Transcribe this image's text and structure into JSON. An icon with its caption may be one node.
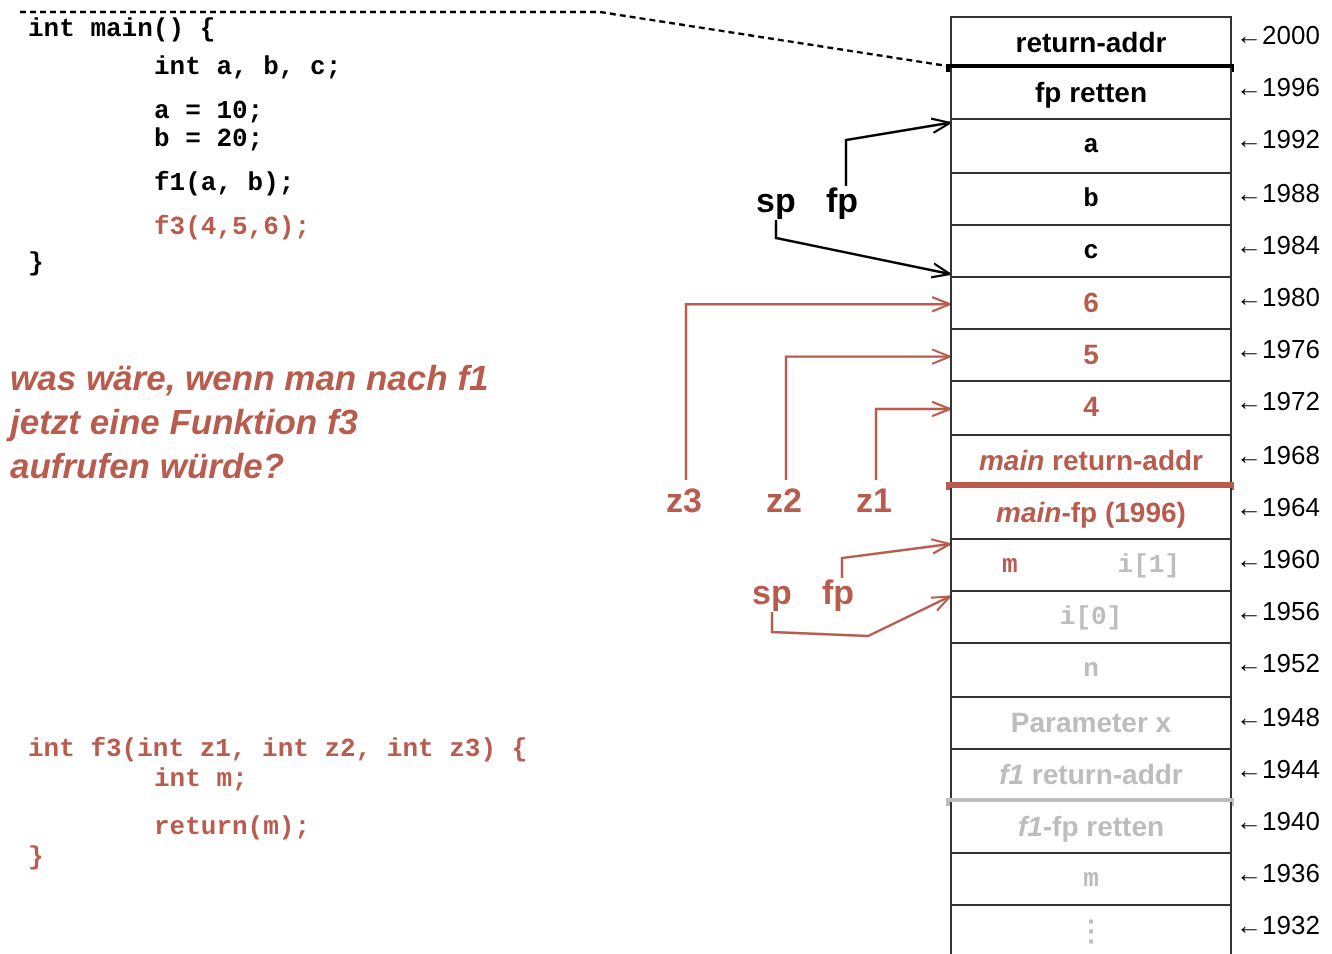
{
  "diagram": {
    "nodes": [
      {
        "text": [
          "int main() {",
          "int a, b, c;",
          "a = 10;",
          "b = 20;",
          "f1(a, b);",
          "f3(4,5,6);",
          "}"
        ]
      },
      {
        "text": [
          "return-addr"
        ]
      },
      {
        "text": [
          "fp retten"
        ]
      },
      {
        "text": [
          "a"
        ]
      },
      {
        "text": [
          "b"
        ]
      },
      {
        "text": [
          "c"
        ]
      },
      {
        "text": [
          "6"
        ]
      },
      {
        "text": [
          "5"
        ]
      },
      {
        "text": [
          "4"
        ]
      },
      {
        "text": [
          "*main* return-addr"
        ]
      },
      {
        "text": [
          "*main*-fp (1996)"
        ]
      },
      {
        "text": [
          "m",
          "i[1]"
        ]
      },
      {
        "text": [
          "i[0]"
        ]
      },
      {
        "text": [
          "n"
        ]
      },
      {
        "text": [
          "Parameter x"
        ]
      },
      {
        "text": [
          "*f1* return-addr"
        ]
      },
      {
        "text": [
          "*f1*-fp retten"
        ]
      },
      {
        "text": [
          "m"
        ]
      },
      {
        "text": [
          "⋮"
        ]
      },
      {
        "text": [
          "sp"
        ]
      },
      {
        "text": [
          "fp"
        ]
      },
      {
        "text": [
          "z3"
        ]
      },
      {
        "text": [
          "z2"
        ]
      },
      {
        "text": [
          "z1"
        ]
      },
      {
        "text": [
          "sp"
        ]
      },
      {
        "text": [
          "fp"
        ]
      }
    ],
    "edges": [
      {
        "from": 0,
        "to": 1,
        "arrow": "none",
        "style": "dashed",
        "color": "#000000"
      },
      {
        "from": 20,
        "to": 3,
        "arrow": "to",
        "color": "#000000"
      },
      {
        "from": 19,
        "to": 5,
        "arrow": "to",
        "color": "#000000"
      },
      {
        "from": 21,
        "to": 6,
        "arrow": "to"
      },
      {
        "from": 22,
        "to": 7,
        "arrow": "to"
      },
      {
        "from": 23,
        "to": 8,
        "arrow": "to"
      },
      {
        "from": 25,
        "to": 11,
        "arrow": "to"
      },
      {
        "from": 24,
        "to": 12,
        "arrow": "to"
      }
    ],
    "labels": [
      "was wäre, wenn man nach f1 jetzt eine Funktion f3 aufrufen würde?",
      "int f3(int z1, int z2, int z3) {",
      "int m;",
      "return(m);",
      "}",
      "←2000",
      "←1996",
      "←1992",
      "←1988",
      "←1984",
      "←1980",
      "←1976",
      "←1972",
      "←1968",
      "←1964",
      "←1960",
      "←1956",
      "←1952",
      "←1948",
      "←1944",
      "←1940",
      "←1936",
      "←1932"
    ]
  }
}
